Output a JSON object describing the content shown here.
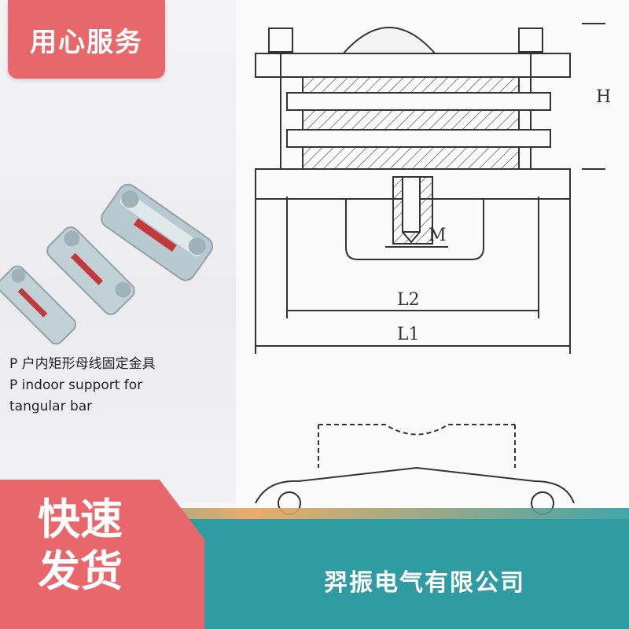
{
  "badge_top": {
    "label": "用心服务"
  },
  "product_caption": {
    "line1": "P 户内矩形母线固定金具",
    "line2": "P indoor support for",
    "line3": "tangular bar"
  },
  "drawing_labels": {
    "h": "H",
    "m": "M",
    "l2": "L2",
    "l1": "L1"
  },
  "badge_bottom": {
    "line1": "快速",
    "line2": "发货"
  },
  "footer": {
    "company": "羿振电气有限公司"
  },
  "colors": {
    "accent_red": "#e8676b",
    "teal": "#2e9ca0"
  }
}
